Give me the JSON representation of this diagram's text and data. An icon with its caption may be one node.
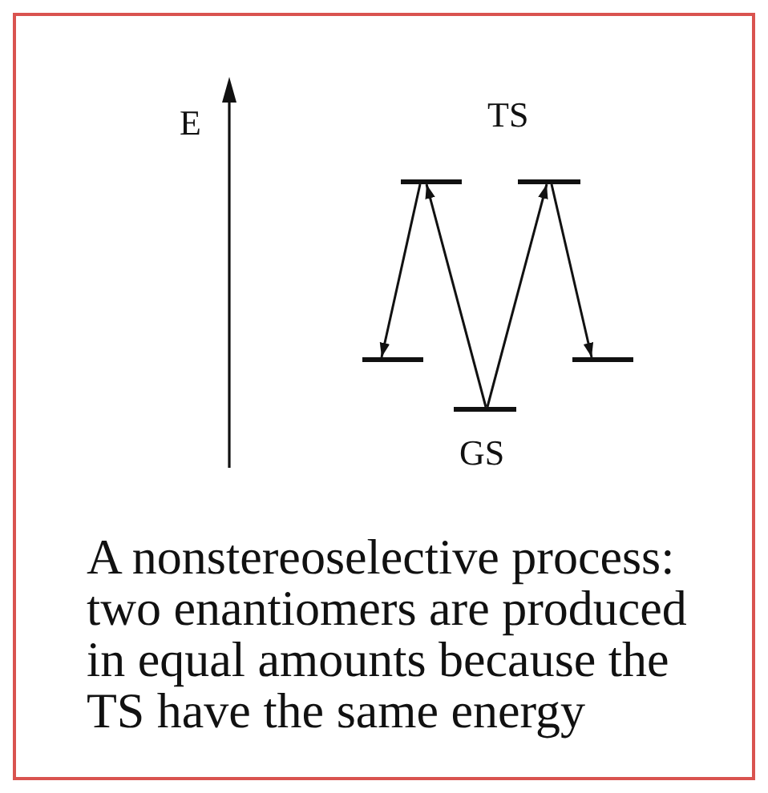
{
  "diagram": {
    "caption": "A nonstereoselective process: two enantiomers are produced in equal amounts because the TS have the same energy",
    "nodes": [
      {
        "text": [],
        "shape": "bar"
      },
      {
        "text": [],
        "shape": "bar"
      },
      {
        "text": [],
        "shape": "bar"
      },
      {
        "text": [],
        "shape": "bar",
        "beside": [
          "GS"
        ]
      },
      {
        "text": [],
        "shape": "bar"
      }
    ],
    "edges": [
      {
        "from": 3,
        "to": 0,
        "arrow": "to"
      },
      {
        "from": 0,
        "to": 2,
        "arrow": "to"
      },
      {
        "from": 3,
        "to": 1,
        "arrow": "to"
      },
      {
        "from": 1,
        "to": 4,
        "arrow": "to"
      }
    ],
    "labels": [
      "E",
      "TS"
    ]
  }
}
